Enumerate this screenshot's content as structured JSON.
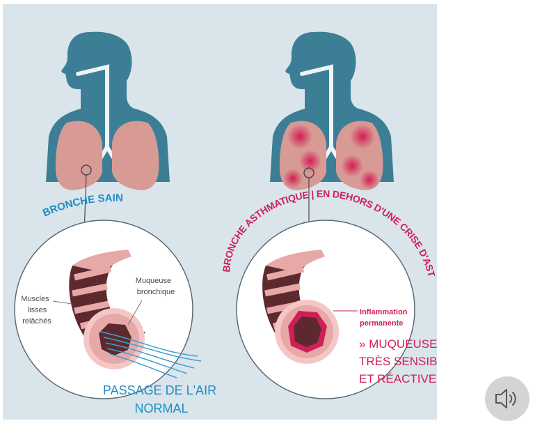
{
  "colors": {
    "panel_bg": "#d9e5eb",
    "head_blue": "#3c7e95",
    "lung_pink": "#d79a95",
    "asthma_red": "#d3174e",
    "label_blue": "#1c8dc6",
    "label_magenta": "#cf1f58",
    "airway_dark": "#5c2a2e",
    "airway_light": "#e7a9a7",
    "air_lines": "#3f9fd0"
  },
  "left": {
    "title": "BRONCHE SAINE",
    "label_muscles": [
      "Muscles",
      "lisses",
      "relâchés"
    ],
    "label_muqueuse": [
      "Muqueuse",
      "bronchique"
    ],
    "caption": [
      "PASSAGE DE L'AIR",
      "NORMAL"
    ]
  },
  "right": {
    "title": "BRONCHE ASTHMATIQUE | EN DEHORS D'UNE CRISE D'ASTHME",
    "label_inflammation": [
      "Inflammation",
      "permanente"
    ],
    "caption": [
      "» MUQUEUSE",
      "TRÈS SENSIBLE",
      "ET RÉACTIVE"
    ]
  },
  "speaker": {
    "icon": "speaker-icon"
  }
}
